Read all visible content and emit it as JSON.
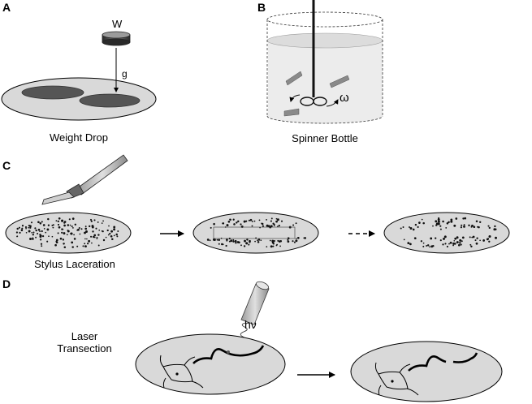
{
  "panels": {
    "a": {
      "letter": "A",
      "weight_label": "W",
      "gravity_label": "g",
      "caption": "Weight Drop"
    },
    "b": {
      "letter": "B",
      "omega_label": "ω",
      "caption": "Spinner Bottle"
    },
    "c": {
      "letter": "C",
      "caption": "Stylus Laceration"
    },
    "d": {
      "letter": "D",
      "photon_label": "hν",
      "caption_line1": "Laser",
      "caption_line2": "Transection"
    }
  },
  "colors": {
    "dish_fill": "#d9d9d9",
    "tissue_dark": "#555555",
    "liquid": "#e6e6e6"
  }
}
